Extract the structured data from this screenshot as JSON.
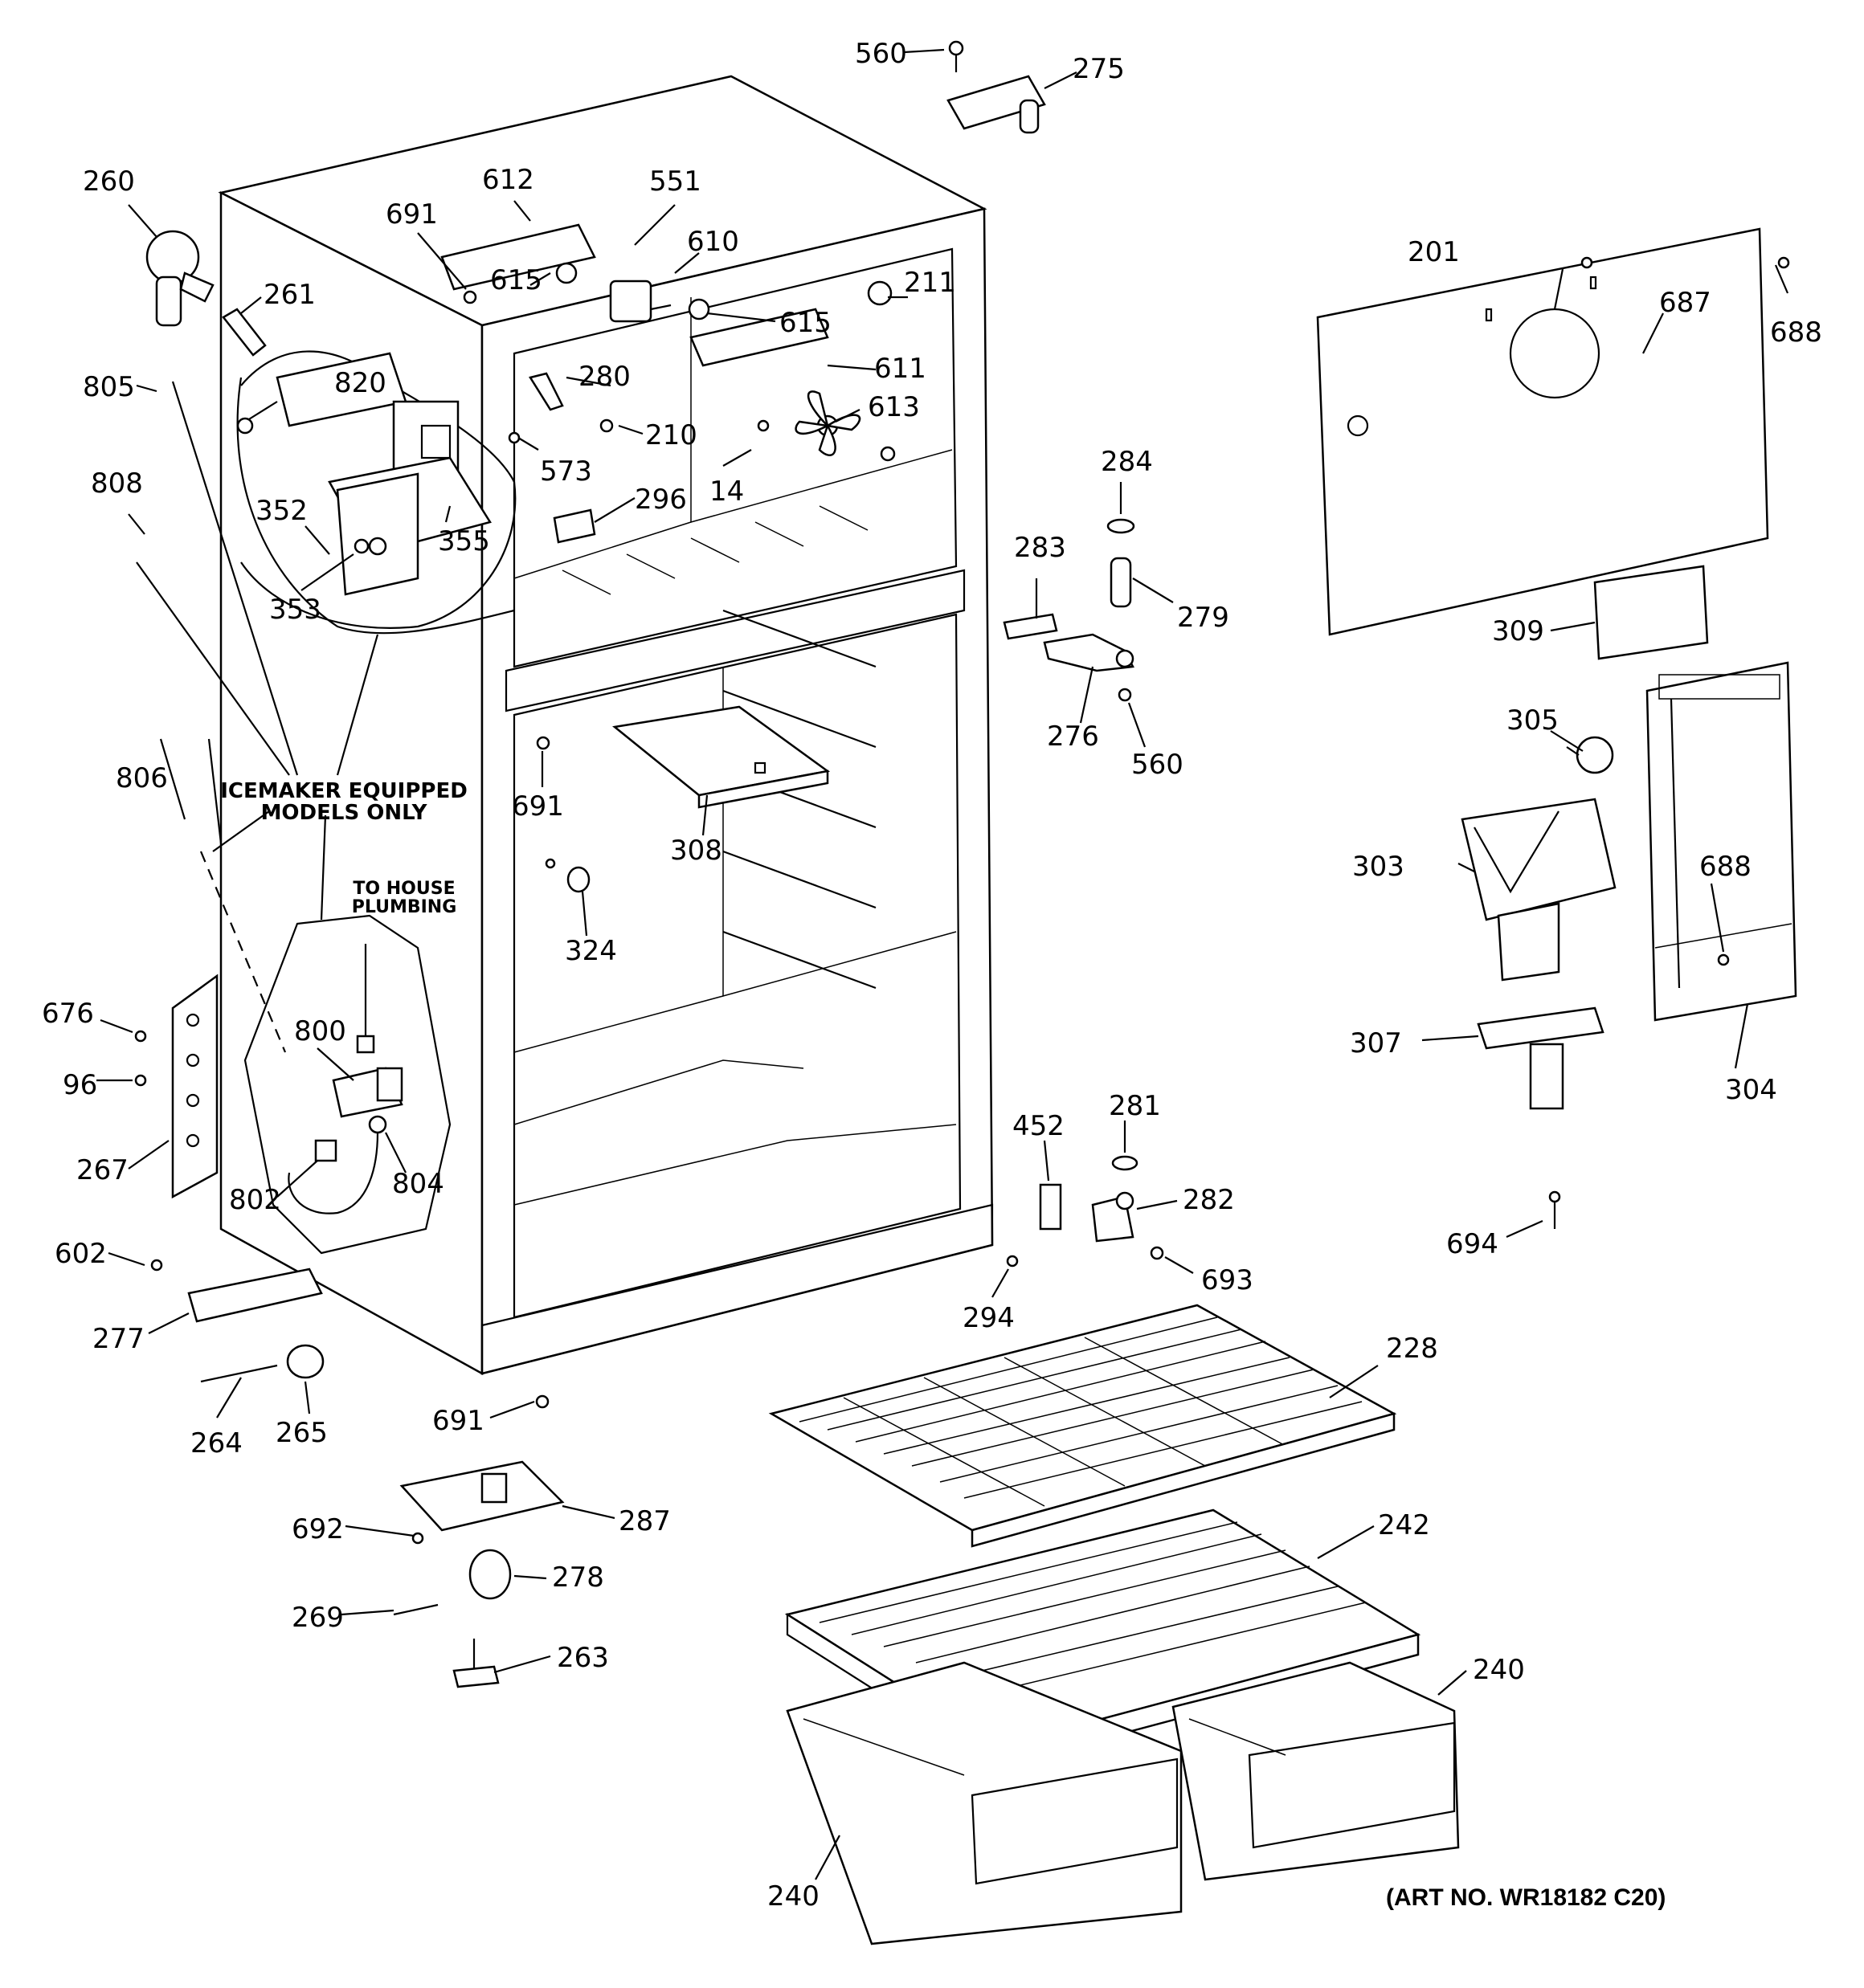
{
  "notes": {
    "icemaker_line1": "ICEMAKER EQUIPPED",
    "icemaker_line2": "MODELS ONLY",
    "plumbing_line1": "TO HOUSE",
    "plumbing_line2": "PLUMBING",
    "art_number": "(ART NO. WR18182 C20)"
  },
  "callouts": [
    "560",
    "275",
    "260",
    "612",
    "551",
    "691",
    "615",
    "610",
    "261",
    "211",
    "615",
    "201",
    "687",
    "688",
    "805",
    "820",
    "280",
    "611",
    "613",
    "210",
    "573",
    "808",
    "352",
    "355",
    "296",
    "14",
    "284",
    "283",
    "279",
    "353",
    "309",
    "276",
    "560",
    "305",
    "806",
    "691",
    "308",
    "303",
    "688",
    "324",
    "676",
    "800",
    "307",
    "304",
    "96",
    "452",
    "281",
    "267",
    "802",
    "804",
    "282",
    "602",
    "694",
    "693",
    "294",
    "277",
    "228",
    "691",
    "265",
    "264",
    "287",
    "692",
    "242",
    "278",
    "269",
    "240",
    "263",
    "240"
  ]
}
